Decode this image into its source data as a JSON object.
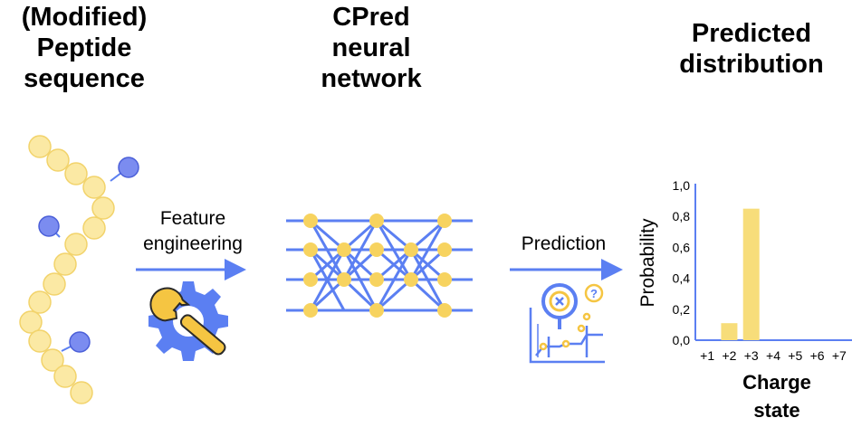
{
  "titles": {
    "input": [
      "(Modified)",
      "Peptide",
      "sequence"
    ],
    "network": [
      "CPred",
      "neural",
      "network"
    ],
    "output": [
      "Predicted",
      "distribution"
    ]
  },
  "labels": {
    "feature": [
      "Feature",
      "engineering"
    ],
    "prediction": "Prediction"
  },
  "icons": {
    "peptide": "peptide-chain-icon",
    "gear": "gear-wrench-icon",
    "network": "neural-network-icon",
    "analytics": "analytics-magnifier-icon"
  },
  "colors": {
    "blue": "#5b7ff2",
    "yellow": "#f7dd7a",
    "yellow_dark": "#f5c542",
    "bead": "#fbe9a4"
  },
  "chart_data": {
    "type": "bar",
    "categories": [
      "+1",
      "+2",
      "+3",
      "+4",
      "+5",
      "+6",
      "+7"
    ],
    "values": [
      0.0,
      0.11,
      0.85,
      0.0,
      0.0,
      0.0,
      0.0
    ],
    "ylabel": "Probability",
    "xlabel": "Charge state",
    "xlabel_lines": [
      "Charge",
      "state"
    ],
    "yticks": [
      "0,0",
      "0,2",
      "0,4",
      "0,6",
      "0,8",
      "1,0"
    ],
    "ylim": [
      0,
      1
    ]
  }
}
